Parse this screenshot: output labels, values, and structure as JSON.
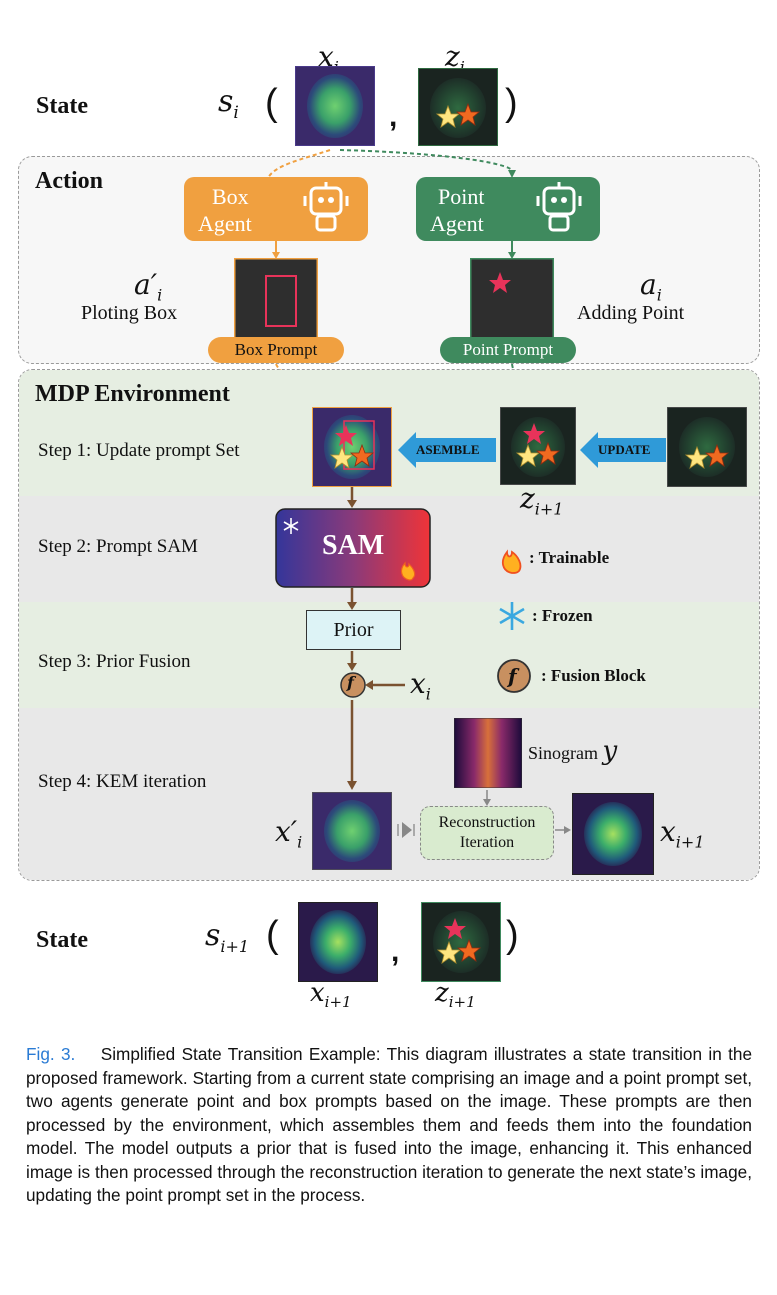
{
  "top_state": {
    "label": "State",
    "symbol": "s",
    "sub": "i",
    "img1_label": "x",
    "img1_sub": "i",
    "img2_label": "z",
    "img2_sub": "i"
  },
  "action": {
    "title": "Action",
    "box_agent": {
      "line1": "Box",
      "line2": "Agent",
      "symbol": "a′",
      "sub": "i",
      "desc": "Ploting Box",
      "prompt": "Box Prompt"
    },
    "point_agent": {
      "line1": "Point",
      "line2": "Agent",
      "symbol": "a",
      "sub": "i",
      "desc": "Adding Point",
      "prompt": "Point Prompt"
    }
  },
  "mdp": {
    "title": "MDP Environment",
    "step1": "Step 1: Update prompt Set",
    "step2": "Step 2: Prompt SAM",
    "step3": "Step 3: Prior Fusion",
    "step4": "Step 4: KEM iteration",
    "asemble": "ASEMBLE",
    "update": "UPDATE",
    "z_next": "z",
    "z_next_sub": "i+1",
    "sam": "SAM",
    "prior": "Prior",
    "fusion_symbol": "f",
    "x_i": "x",
    "x_i_sub": "i",
    "sinogram": "Sinogram",
    "sinogram_symbol": "y",
    "recon_line1": "Reconstruction",
    "recon_line2": "Iteration",
    "x_prime": "x′",
    "x_prime_sub": "i",
    "x_next": "x",
    "x_next_sub": "i+1"
  },
  "legend": {
    "trainable": ": Trainable",
    "frozen": ": Frozen",
    "fusion": ": Fusion Block"
  },
  "bottom_state": {
    "label": "State",
    "symbol": "s",
    "sub": "i+1",
    "img1_label": "x",
    "img1_sub": "i+1",
    "img2_label": "z",
    "img2_sub": "i+1"
  },
  "caption": {
    "fig": "Fig. 3.",
    "text": "Simplified State Transition Example: This diagram illustrates a state transition in the proposed framework. Starting from a current state comprising an image and a point prompt set, two agents generate point and box prompts based on the image. These prompts are then processed by the environment, which assembles them and feeds them into the foundation model. The model outputs a prior that is fused into the image, enhancing it. This enhanced image is then processed through the reconstruction iteration to generate the next state’s image, updating the point prompt set in the process."
  },
  "colors": {
    "orange": "#f0a040",
    "green": "#3f8a5e",
    "asemble_blue": "#2f9ad8",
    "fusion_brown": "#7a5230",
    "sam_left": "#3a3a9a",
    "sam_right": "#e8333a"
  }
}
